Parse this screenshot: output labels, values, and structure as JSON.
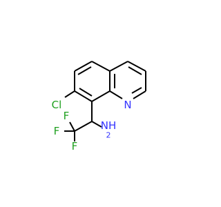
{
  "colors": {
    "background": "#ffffff",
    "bond": "#000000",
    "nitrogen": "#3333ff",
    "chlorine": "#1fa01f",
    "fluorine": "#1fa01f"
  },
  "atoms": {
    "ring_n": "N",
    "cl": "Cl",
    "amine": "NH",
    "amine_sub": "2",
    "f_top": "F",
    "f_left": "F",
    "f_bottom": "F"
  }
}
